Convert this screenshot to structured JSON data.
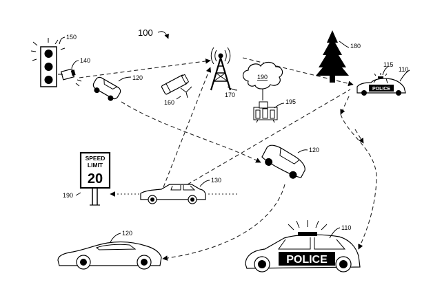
{
  "figure": {
    "number": "100"
  },
  "labels": {
    "traffic_light": "150",
    "camera_on_light": "140",
    "car_top_left": "120",
    "camera_standalone": "160",
    "tower": "170",
    "cloud": "190",
    "server": "195",
    "tree": "180",
    "police_top": "110",
    "police_top_lightbar": "115",
    "car_middle_right": "120",
    "speed_sign": "190",
    "main_vehicle": "130",
    "car_bottom_left": "120",
    "police_bottom": "110"
  },
  "sign": {
    "line1": "SPEED",
    "line2": "LIMIT",
    "value": "20"
  },
  "police_text": {
    "top": "POLICE",
    "bottom": "POLICE"
  }
}
